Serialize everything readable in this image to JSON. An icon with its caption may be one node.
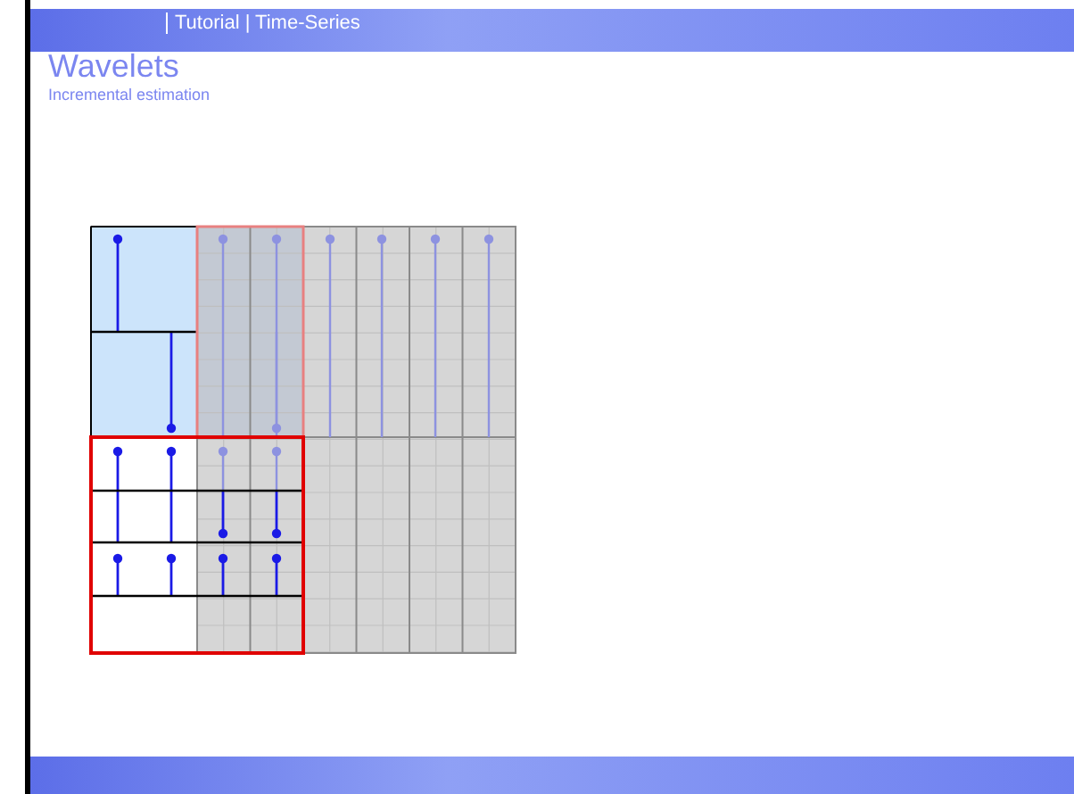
{
  "diagram": {
    "title": "Wavelets",
    "labels": [
      "Tutorial | Time-Series",
      "Incremental estimation"
    ]
  }
}
